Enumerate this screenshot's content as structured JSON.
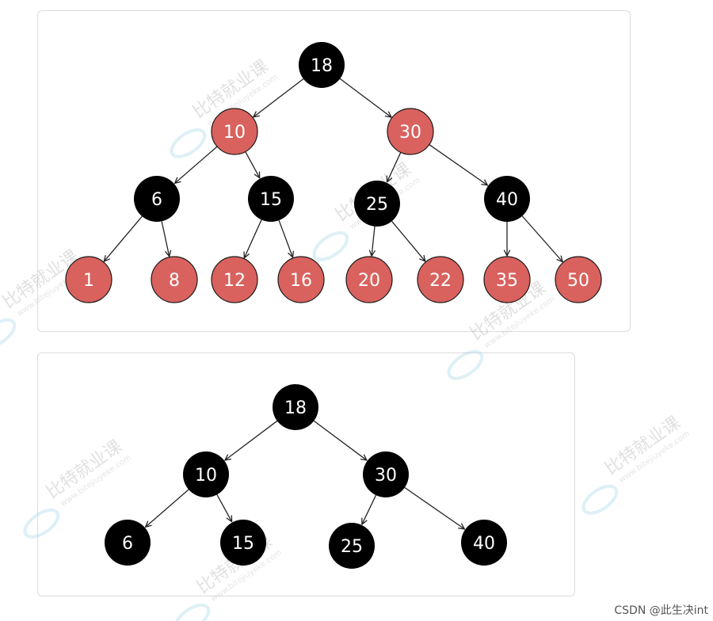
{
  "colors": {
    "red_node": "#d9625e",
    "black_node": "#000000",
    "node_text": "#ffffff",
    "edge": "#222222",
    "panel_border": "#dcdcdc"
  },
  "trees": [
    {
      "name": "red-black-tree",
      "nodes": [
        {
          "id": "n18",
          "label": "18",
          "color": "black"
        },
        {
          "id": "n10",
          "label": "10",
          "color": "red"
        },
        {
          "id": "n30",
          "label": "30",
          "color": "red"
        },
        {
          "id": "n6",
          "label": "6",
          "color": "black"
        },
        {
          "id": "n15",
          "label": "15",
          "color": "black"
        },
        {
          "id": "n25",
          "label": "25",
          "color": "black"
        },
        {
          "id": "n40",
          "label": "40",
          "color": "black"
        },
        {
          "id": "n1",
          "label": "1",
          "color": "red"
        },
        {
          "id": "n8",
          "label": "8",
          "color": "red"
        },
        {
          "id": "n12",
          "label": "12",
          "color": "red"
        },
        {
          "id": "n16",
          "label": "16",
          "color": "red"
        },
        {
          "id": "n20",
          "label": "20",
          "color": "red"
        },
        {
          "id": "n22",
          "label": "22",
          "color": "red"
        },
        {
          "id": "n35",
          "label": "35",
          "color": "red"
        },
        {
          "id": "n50",
          "label": "50",
          "color": "red"
        }
      ],
      "edges": [
        [
          "n18",
          "n10"
        ],
        [
          "n18",
          "n30"
        ],
        [
          "n10",
          "n6"
        ],
        [
          "n10",
          "n15"
        ],
        [
          "n30",
          "n25"
        ],
        [
          "n30",
          "n40"
        ],
        [
          "n6",
          "n1"
        ],
        [
          "n6",
          "n8"
        ],
        [
          "n15",
          "n12"
        ],
        [
          "n15",
          "n16"
        ],
        [
          "n25",
          "n20"
        ],
        [
          "n25",
          "n22"
        ],
        [
          "n40",
          "n35"
        ],
        [
          "n40",
          "n50"
        ]
      ]
    },
    {
      "name": "black-tree",
      "nodes": [
        {
          "id": "m18",
          "label": "18",
          "color": "black"
        },
        {
          "id": "m10",
          "label": "10",
          "color": "black"
        },
        {
          "id": "m30",
          "label": "30",
          "color": "black"
        },
        {
          "id": "m6",
          "label": "6",
          "color": "black"
        },
        {
          "id": "m15",
          "label": "15",
          "color": "black"
        },
        {
          "id": "m25",
          "label": "25",
          "color": "black"
        },
        {
          "id": "m40",
          "label": "40",
          "color": "black"
        }
      ],
      "edges": [
        [
          "m18",
          "m10"
        ],
        [
          "m18",
          "m30"
        ],
        [
          "m10",
          "m6"
        ],
        [
          "m10",
          "m15"
        ],
        [
          "m30",
          "m25"
        ],
        [
          "m30",
          "m40"
        ]
      ]
    }
  ],
  "watermark": {
    "text_cn": "比特就业课",
    "text_url": "www.bitejiuyeke.com"
  },
  "credit": "CSDN @此生决int"
}
